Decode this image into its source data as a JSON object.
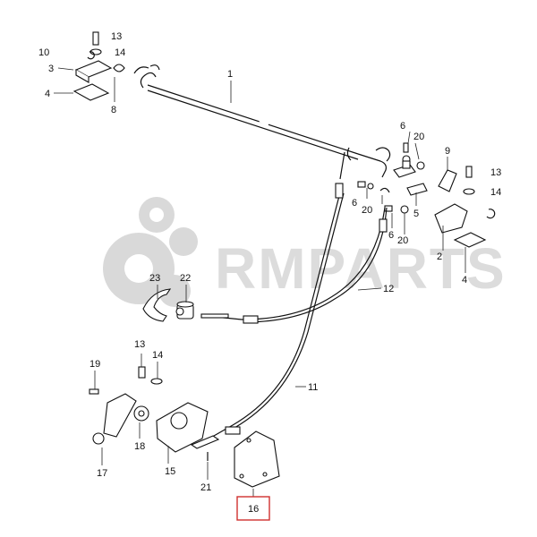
{
  "watermark": {
    "text": "RMPARTS",
    "gear_color": "#d9d9d9"
  },
  "callouts": {
    "c1": "1",
    "c2": "2",
    "c3": "3",
    "c4a": "4",
    "c4b": "4",
    "c5": "5",
    "c6a": "6",
    "c6b": "6",
    "c6c": "6",
    "c8": "8",
    "c9": "9",
    "c10": "10",
    "c11": "11",
    "c12": "12",
    "c13a": "13",
    "c13b": "13",
    "c13c": "13",
    "c14a": "14",
    "c14b": "14",
    "c14c": "14",
    "c15": "15",
    "c16": "16",
    "c17": "17",
    "c18": "18",
    "c19": "19",
    "c20a": "20",
    "c20b": "20",
    "c20c": "20",
    "c21": "21",
    "c22": "22",
    "c23": "23"
  },
  "highlight": {
    "part": "16",
    "color": "#d0302f"
  }
}
